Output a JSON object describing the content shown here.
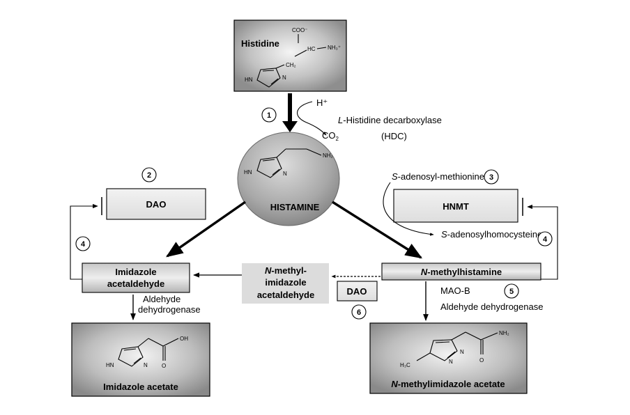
{
  "steps": {
    "s1": "1",
    "s2": "2",
    "s3": "3",
    "s4a": "4",
    "s4b": "4",
    "s5": "5",
    "s6": "6"
  },
  "boxes": {
    "histidine": "Histidine",
    "histamine": "HISTAMINE",
    "dao_top": "DAO",
    "hnmt": "HNMT",
    "imid_acetaldehyde": [
      "Imidazole",
      "acetaldehyde"
    ],
    "n_methyl_imid_acetaldehyde": {
      "italic": "N",
      "line1_rest": "-methyl-",
      "line2": "imidazole",
      "line3": "acetaldehyde"
    },
    "dao_small": "DAO",
    "n_methylhistamine": {
      "italic": "N",
      "rest": "-methylhistamine"
    },
    "imidazole_acetate": "Imidazole acetate",
    "n_methylimidazole_acetate": {
      "italic": "N",
      "rest": "-methylimidazole acetate"
    }
  },
  "enzymes": {
    "hdc_prefix": "L",
    "hdc_rest": "-Histidine decarboxylase",
    "hdc_abbrev": "(HDC)",
    "h_plus": "H⁺",
    "co2": "CO",
    "co2_sub": "2",
    "sam_prefix": "S",
    "sam_rest": "-adenosyl-methionine",
    "sah_prefix": "S",
    "sah_rest": "-adenosylhomocysteine",
    "aldehyde_dh_left": [
      "Aldehyde",
      "dehydrogenase"
    ],
    "mao_b": "MAO-B",
    "aldehyde_dh_right": "Aldehyde dehydrogenase"
  },
  "chem": {
    "histidine_coo": "COO⁻",
    "histidine_hc": "HC",
    "histidine_nh3": "NH₃⁺",
    "histidine_ch2": "CH₂",
    "hn": "HN",
    "n": "N",
    "nh2": "NH₂",
    "oh": "OH",
    "o": "O",
    "h3c": "H₃C"
  }
}
